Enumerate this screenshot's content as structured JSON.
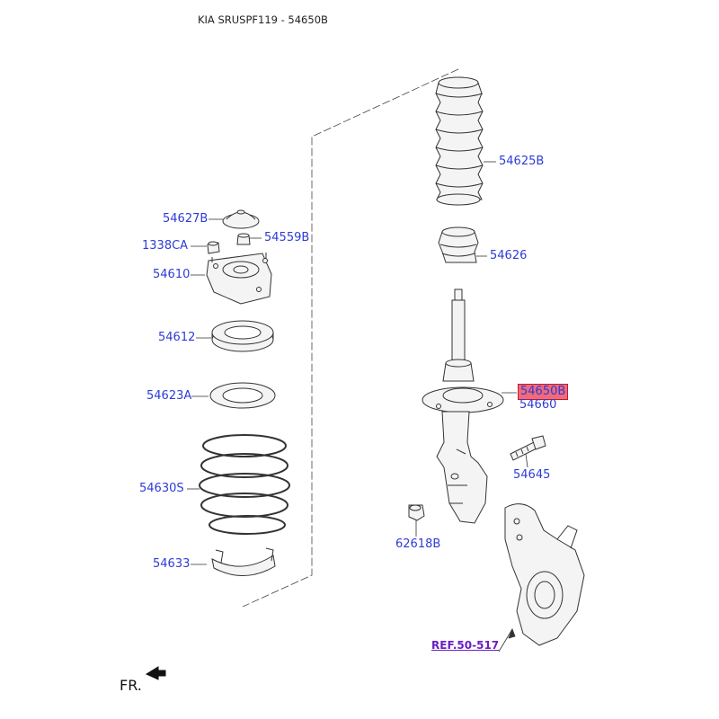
{
  "title": "KIA SRUSPF119 - 54650B",
  "direction_label": "FR.",
  "parts": [
    {
      "code": "54625B",
      "highlighted": false
    },
    {
      "code": "54627B",
      "highlighted": false
    },
    {
      "code": "1338CA",
      "highlighted": false
    },
    {
      "code": "54559B",
      "highlighted": false
    },
    {
      "code": "54610",
      "highlighted": false
    },
    {
      "code": "54626",
      "highlighted": false
    },
    {
      "code": "54612",
      "highlighted": false
    },
    {
      "code": "54623A",
      "highlighted": false
    },
    {
      "code": "54650B",
      "highlighted": true
    },
    {
      "code": "54660",
      "highlighted": false
    },
    {
      "code": "54645",
      "highlighted": false
    },
    {
      "code": "54630S",
      "highlighted": false
    },
    {
      "code": "62618B",
      "highlighted": false
    },
    {
      "code": "54633",
      "highlighted": false
    }
  ],
  "reference": "REF.50-517",
  "colors": {
    "label": "#2e3bd6",
    "highlight": "#f06a7a",
    "reference": "#6a1fc4"
  }
}
